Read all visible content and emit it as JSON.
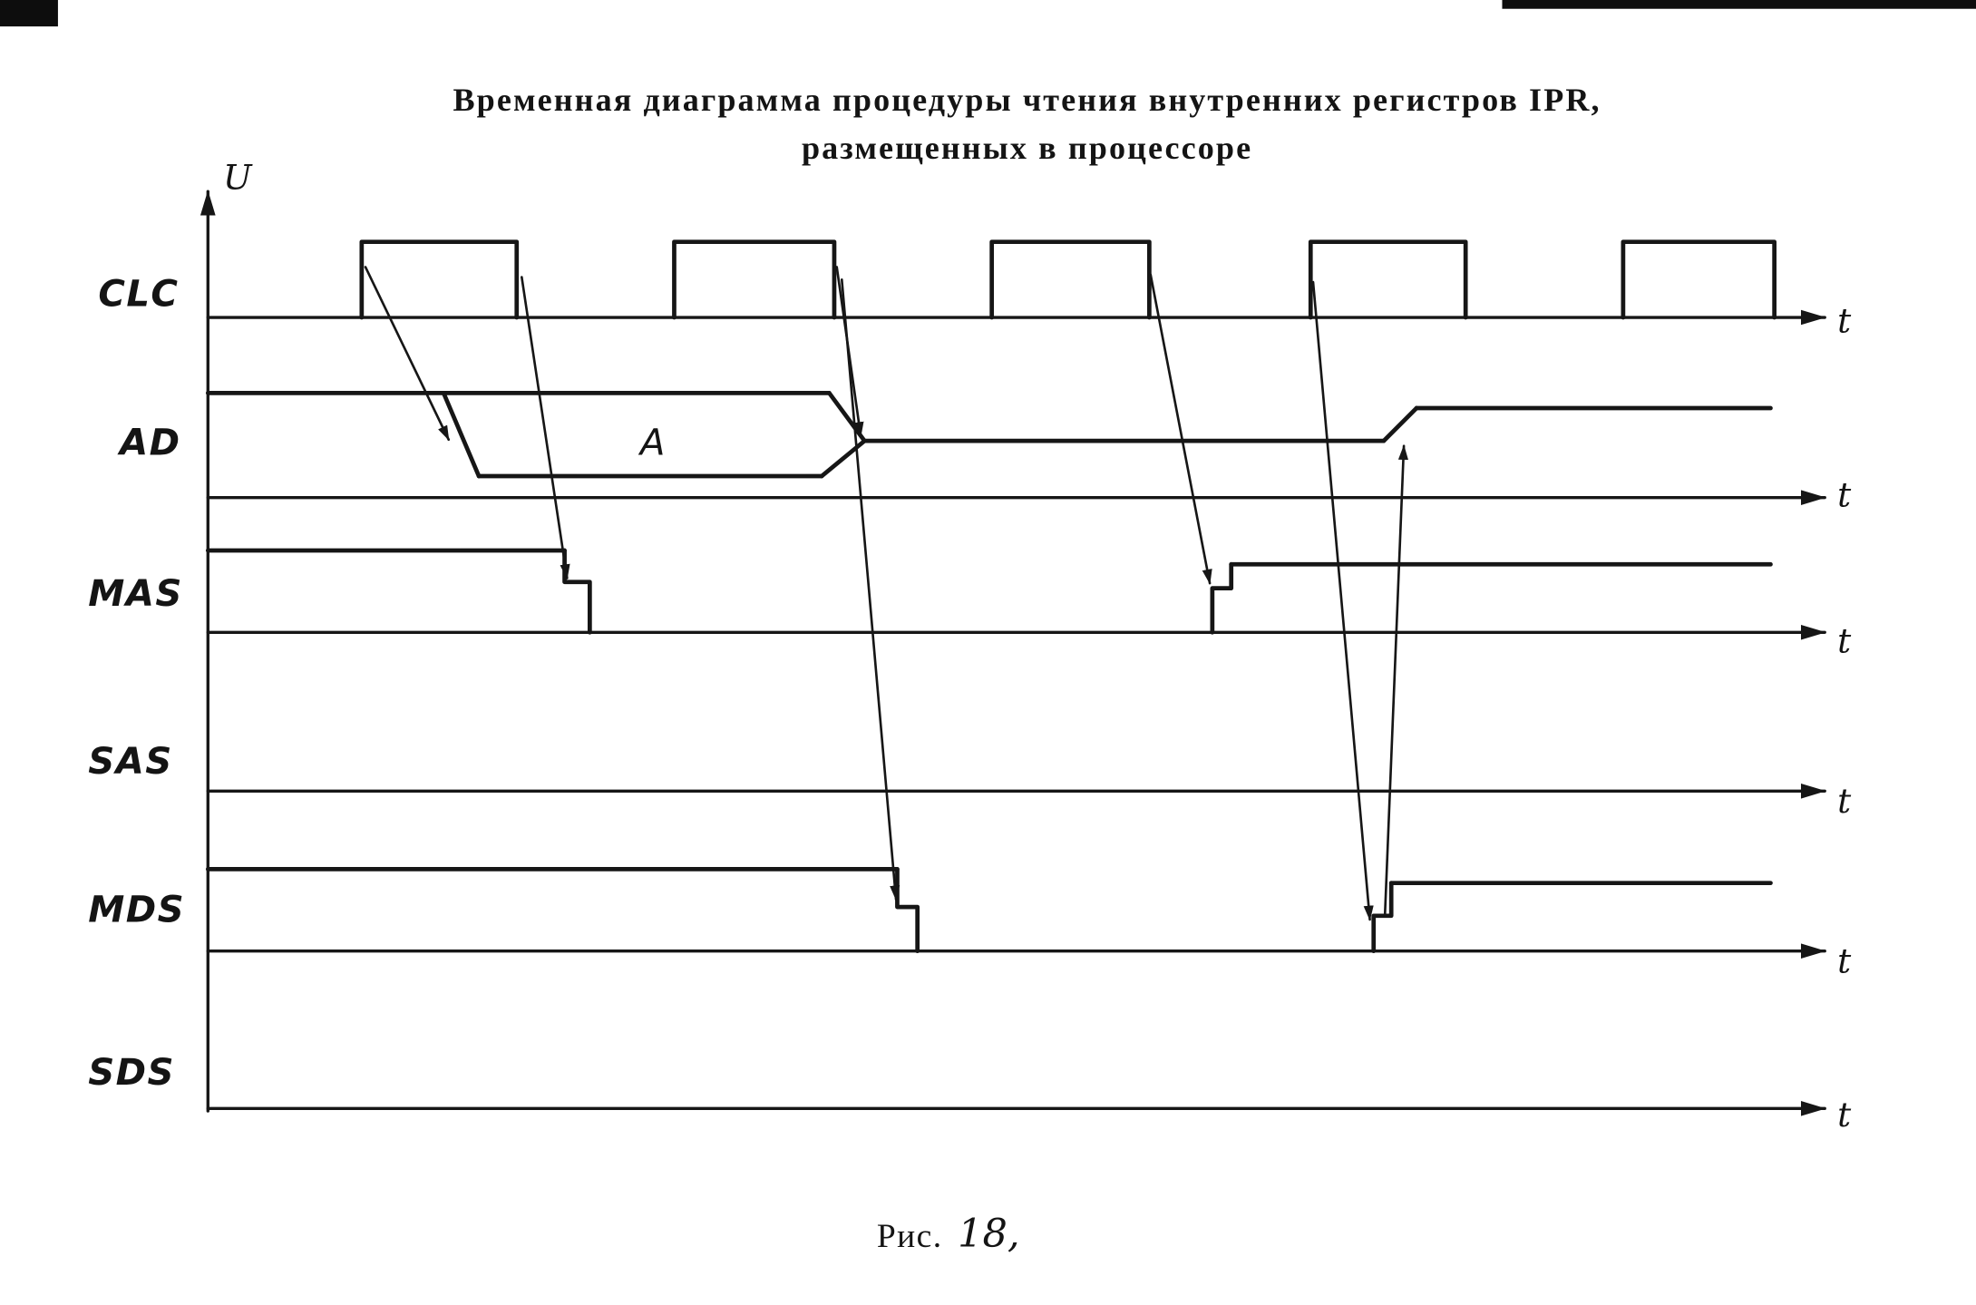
{
  "page": {
    "background": "#ffffff",
    "ink_color": "#161616"
  },
  "title": {
    "line1": "Временная диаграмма процедуры чтения внутренних регистров IPR,",
    "line2": "размещенных в процессоре"
  },
  "caption": {
    "prefix": "Рис.",
    "number": "18,"
  },
  "axes": {
    "u_label": "U",
    "t_label": "t"
  },
  "bus_label": "A",
  "signals": [
    {
      "label": "CLC"
    },
    {
      "label": "AD"
    },
    {
      "label": "MAS"
    },
    {
      "label": "SAS"
    },
    {
      "label": "MDS"
    },
    {
      "label": "SDS"
    }
  ],
  "geometry": {
    "axes": [
      {
        "name": "u-axis",
        "points": [
          [
            165,
            882
          ],
          [
            165,
            152
          ]
        ]
      },
      {
        "name": "clc-time-axis",
        "points": [
          [
            165,
            252
          ],
          [
            1448,
            252
          ]
        ]
      },
      {
        "name": "ad-time-axis",
        "points": [
          [
            165,
            395
          ],
          [
            1448,
            395
          ]
        ]
      },
      {
        "name": "mas-time-axis",
        "points": [
          [
            165,
            502
          ],
          [
            1448,
            502
          ]
        ]
      },
      {
        "name": "sas-time-axis",
        "points": [
          [
            165,
            628
          ],
          [
            1448,
            628
          ]
        ]
      },
      {
        "name": "mds-time-axis",
        "points": [
          [
            165,
            755
          ],
          [
            1448,
            755
          ]
        ]
      },
      {
        "name": "sds-time-axis",
        "points": [
          [
            165,
            880
          ],
          [
            1448,
            880
          ]
        ]
      }
    ],
    "segments": [
      {
        "name": "clc-pulse-1",
        "points": [
          [
            287,
            252
          ],
          [
            287,
            192
          ],
          [
            410,
            192
          ],
          [
            410,
            252
          ]
        ]
      },
      {
        "name": "clc-pulse-2",
        "points": [
          [
            535,
            252
          ],
          [
            535,
            192
          ],
          [
            662,
            192
          ],
          [
            662,
            252
          ]
        ]
      },
      {
        "name": "clc-pulse-3",
        "points": [
          [
            787,
            252
          ],
          [
            787,
            192
          ],
          [
            912,
            192
          ],
          [
            912,
            252
          ]
        ]
      },
      {
        "name": "clc-pulse-4",
        "points": [
          [
            1040,
            252
          ],
          [
            1040,
            192
          ],
          [
            1163,
            192
          ],
          [
            1163,
            252
          ]
        ]
      },
      {
        "name": "clc-pulse-5",
        "points": [
          [
            1288,
            252
          ],
          [
            1288,
            192
          ],
          [
            1408,
            192
          ],
          [
            1408,
            252
          ]
        ]
      },
      {
        "name": "ad-high-1",
        "points": [
          [
            165,
            312
          ],
          [
            658,
            312
          ]
        ]
      },
      {
        "name": "ad-open-slant",
        "points": [
          [
            352,
            312
          ],
          [
            380,
            378
          ]
        ]
      },
      {
        "name": "ad-low-valid",
        "points": [
          [
            380,
            378
          ],
          [
            652,
            378
          ]
        ]
      },
      {
        "name": "ad-close-top",
        "points": [
          [
            658,
            312
          ],
          [
            686,
            350
          ]
        ]
      },
      {
        "name": "ad-close-bottom",
        "points": [
          [
            652,
            378
          ],
          [
            686,
            350
          ]
        ]
      },
      {
        "name": "ad-mid-tristate",
        "points": [
          [
            686,
            350
          ],
          [
            1098,
            350
          ]
        ]
      },
      {
        "name": "ad-rise",
        "points": [
          [
            1098,
            350
          ],
          [
            1124,
            324
          ]
        ]
      },
      {
        "name": "ad-high-2",
        "points": [
          [
            1124,
            324
          ],
          [
            1405,
            324
          ]
        ]
      },
      {
        "name": "mas-high-1",
        "points": [
          [
            165,
            437
          ],
          [
            448,
            437
          ]
        ]
      },
      {
        "name": "mas-fall-step",
        "points": [
          [
            448,
            437
          ],
          [
            448,
            462
          ],
          [
            468,
            462
          ],
          [
            468,
            502
          ]
        ]
      },
      {
        "name": "mas-rise-step",
        "points": [
          [
            962,
            502
          ],
          [
            962,
            467
          ],
          [
            977,
            467
          ],
          [
            977,
            448
          ]
        ]
      },
      {
        "name": "mas-high-2",
        "points": [
          [
            977,
            448
          ],
          [
            1405,
            448
          ]
        ]
      },
      {
        "name": "mds-high-1",
        "points": [
          [
            165,
            690
          ],
          [
            712,
            690
          ]
        ]
      },
      {
        "name": "mds-fall-step",
        "points": [
          [
            712,
            690
          ],
          [
            712,
            720
          ],
          [
            728,
            720
          ],
          [
            728,
            755
          ]
        ]
      },
      {
        "name": "mds-rise-step",
        "points": [
          [
            1090,
            755
          ],
          [
            1090,
            727
          ],
          [
            1104,
            727
          ],
          [
            1104,
            701
          ]
        ]
      },
      {
        "name": "mds-high-2",
        "points": [
          [
            1104,
            701
          ],
          [
            1405,
            701
          ]
        ]
      }
    ],
    "arrows": [
      {
        "name": "arrow-clk1-rise-to-ad-open",
        "points": [
          [
            290,
            212
          ],
          [
            356,
            349
          ]
        ]
      },
      {
        "name": "arrow-clk1-fall-to-mas-fall",
        "points": [
          [
            414,
            220
          ],
          [
            450,
            459
          ]
        ]
      },
      {
        "name": "arrow-clk2-fall-to-ad-close",
        "points": [
          [
            664,
            212
          ],
          [
            683,
            346
          ]
        ]
      },
      {
        "name": "arrow-clk2-fall-to-mds-fall",
        "points": [
          [
            668,
            222
          ],
          [
            711,
            714
          ]
        ]
      },
      {
        "name": "arrow-clk3-fall-to-mas-rise",
        "points": [
          [
            913,
            218
          ],
          [
            960,
            463
          ]
        ]
      },
      {
        "name": "arrow-clk4-rise-to-mds-rise",
        "points": [
          [
            1042,
            224
          ],
          [
            1087,
            730
          ]
        ]
      },
      {
        "name": "arrow-mds-rise-to-ad-rise",
        "points": [
          [
            1099,
            726
          ],
          [
            1114,
            354
          ]
        ]
      }
    ]
  }
}
